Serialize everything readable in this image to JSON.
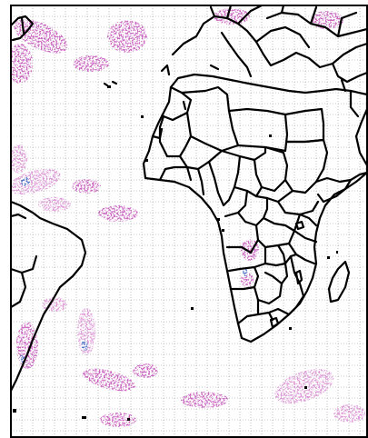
{
  "map": {
    "style": {
      "background": "#ffffff",
      "frame": "#000000",
      "coastline": "#000000",
      "grid": "#9a9a9a",
      "cloud_primary": "#c24fb8",
      "cloud_secondary": "#d98ad2",
      "cloud_core": "#4f78c8"
    },
    "grid": {
      "enabled": true,
      "style": "dotted"
    },
    "layers": [
      "grid-layer",
      "cloud-field-layer",
      "border-layer",
      "frame"
    ]
  }
}
